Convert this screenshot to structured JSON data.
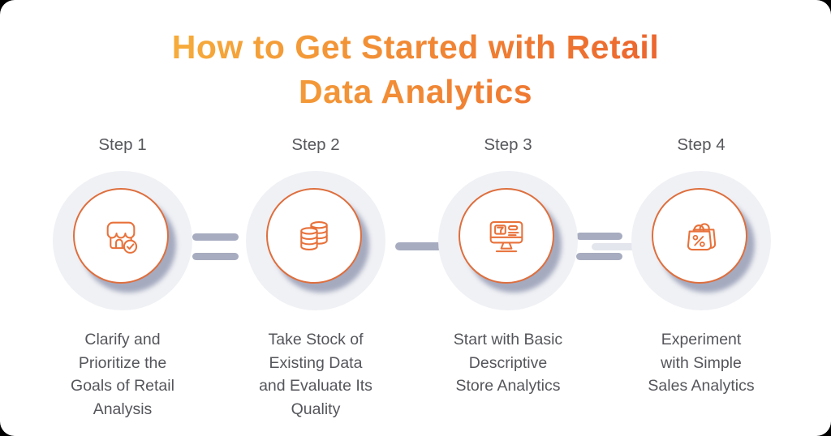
{
  "title": {
    "line1": "How to Get Started with Retail",
    "line2": "Data Analytics"
  },
  "steps": [
    {
      "label": "Step 1",
      "icon": "storefront-check-icon",
      "description_lines": [
        "Clarify and",
        "Prioritize the",
        "Goals of Retail",
        "Analysis"
      ]
    },
    {
      "label": "Step 2",
      "icon": "database-icon",
      "description_lines": [
        "Take Stock of",
        "Existing Data",
        "and Evaluate Its",
        "Quality"
      ]
    },
    {
      "label": "Step 3",
      "icon": "monitor-analytics-icon",
      "description_lines": [
        "Start with Basic",
        "Descriptive",
        "Store Analytics"
      ]
    },
    {
      "label": "Step 4",
      "icon": "shopping-bag-percent-icon",
      "description_lines": [
        "Experiment",
        "with Simple",
        "Sales Analytics"
      ]
    }
  ],
  "colors": {
    "title_gradient_start": "#F6AC3B",
    "title_gradient_end": "#EC662E",
    "icon_stroke": "#E8713A",
    "circle_ring": "#DE6F3E",
    "outer_circle": "#F0F1F5",
    "circle_shadow": "#9298B2",
    "connector_dark": "#A7ACC0",
    "connector_light": "#E4E6ED",
    "text_gray": "#55565B",
    "card_background": "#FFFFFF",
    "page_background": "#000000"
  }
}
